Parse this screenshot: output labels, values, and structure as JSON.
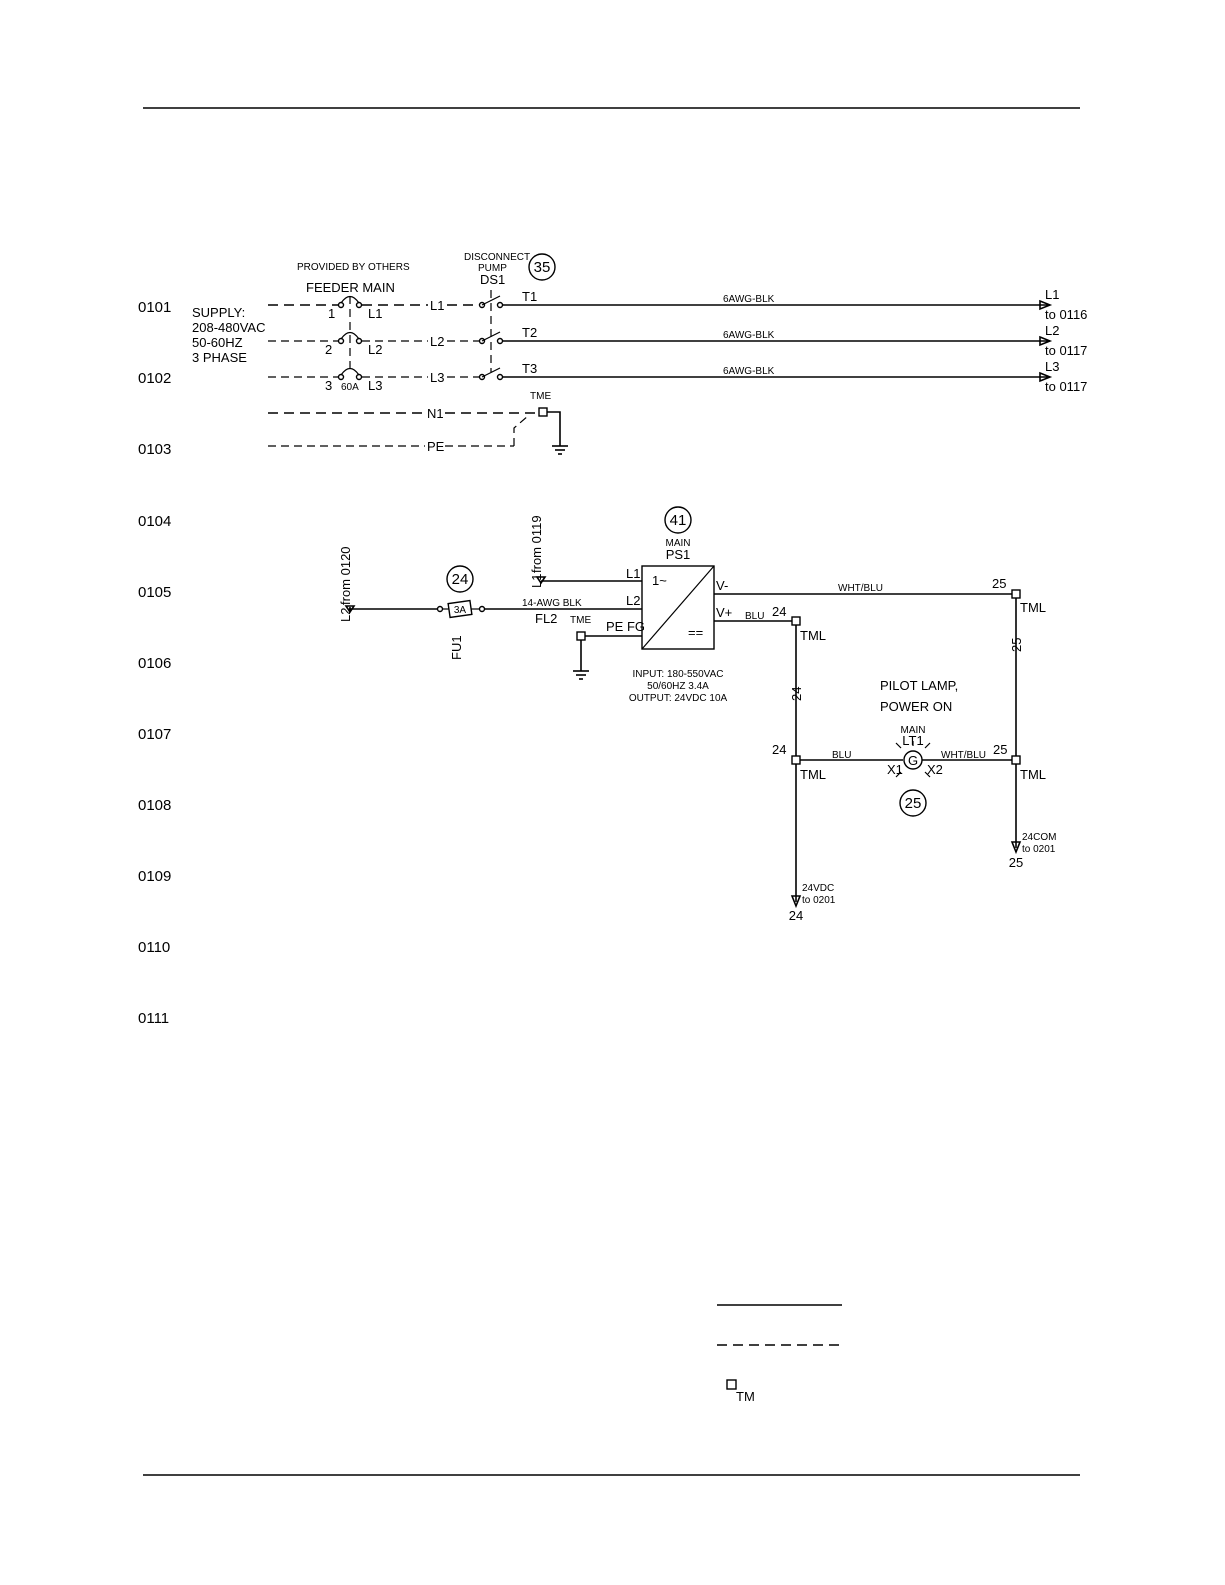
{
  "rungs": [
    "0101",
    "0102",
    "0103",
    "0104",
    "0105",
    "0106",
    "0107",
    "0108",
    "0109",
    "0110",
    "0111"
  ],
  "supply": {
    "provided_by": "PROVIDED BY OTHERS",
    "feeder": "FEEDER MAIN",
    "line1": "SUPPLY:",
    "line2": "208-480VAC",
    "line3": "50-60HZ",
    "line4": "3 PHASE",
    "pole1": "1",
    "pole2": "2",
    "pole3": "3",
    "out1": "L1",
    "out2": "L2",
    "out3": "L3",
    "rating": "60A",
    "mid1": "L1",
    "mid2": "L2",
    "mid3": "L3",
    "neutral": "N1",
    "ground": "PE"
  },
  "disconnect": {
    "title1": "DISCONNECT",
    "title2": "PUMP",
    "tag": "DS1",
    "item": "35",
    "t1": "T1",
    "t2": "T2",
    "t3": "T3",
    "terminal": "TME"
  },
  "feeders": [
    {
      "wire": "6AWG-BLK",
      "label": "L1",
      "to": "to 0116"
    },
    {
      "wire": "6AWG-BLK",
      "label": "L2",
      "to": "to 0117"
    },
    {
      "wire": "6AWG-BLK",
      "label": "L3",
      "to": "to 0117"
    }
  ],
  "fuse": {
    "item": "24",
    "ref_wire": "L2",
    "ref_from": "from 0120",
    "rating": "3A",
    "tag": "FU1",
    "wire": "14-AWG BLK",
    "wire_tag": "FL2",
    "terminal": "TME"
  },
  "psu": {
    "item": "41",
    "sub": "MAIN",
    "tag": "PS1",
    "ref_wire": "L1",
    "ref_from": "from 0119",
    "in_l1": "L1",
    "in_l2": "L2",
    "in_pe": "PE FG",
    "ac_symbol": "1~",
    "dc_symbol": "==",
    "out_neg": "V-",
    "out_pos": "V+",
    "spec1": "INPUT: 180-550VAC",
    "spec2": "50/60HZ 3.4A",
    "spec3": "OUTPUT: 24VDC 10A"
  },
  "dc_circuit": {
    "wire_neg": "WHT/BLU",
    "wire_pos": "BLU",
    "n24": "24",
    "n25": "25",
    "tml": "TML",
    "lamp_title1": "PILOT LAMP,",
    "lamp_title2": "POWER ON",
    "lamp_sub": "MAIN",
    "lamp_tag": "LT1",
    "lamp_letter": "G",
    "x1": "X1",
    "x2": "X2",
    "lamp_item": "25",
    "lamp_wire_left": "BLU",
    "lamp_wire_right": "WHT/BLU",
    "out24_line1": "24VDC",
    "out24_line2": "to 0201",
    "out25_line1": "24COM",
    "out25_line2": "to 0201"
  },
  "legend": {
    "terminal": "TM"
  }
}
